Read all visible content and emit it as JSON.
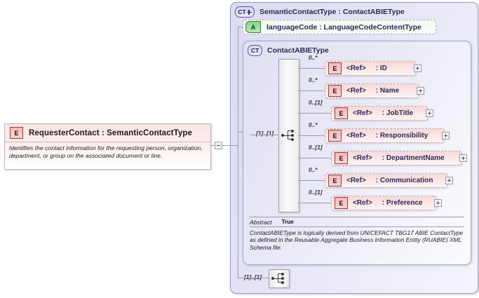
{
  "left_node": {
    "icon": "element-icon",
    "icon_label": "E",
    "title": "RequesterContact : SemanticContactType",
    "description": "Identifies the contact information for the requesting person, organization, department,\nor group on the associated document or line.",
    "collapse_toggle": "minus-box"
  },
  "outer_panel": {
    "badge": "CT",
    "badge_plus": "plus-icon",
    "title": "SemanticContactType : ContactABIEType"
  },
  "attribute": {
    "badge": "A",
    "label": "languageCode : LanguageCodeContentType"
  },
  "inner_panel": {
    "badge": "CT",
    "title": "ContactABIEType"
  },
  "compositor": {
    "type": "sequence-icon",
    "cardinality": "[1]..[1]"
  },
  "bottom_compositor": {
    "type": "sequence-icon",
    "cardinality": "[1]..[1]"
  },
  "elements": [
    {
      "cardinality": "0..*",
      "icon": "E",
      "ref": "<Ref>",
      "name": ": ID",
      "expand": "plus-box"
    },
    {
      "cardinality": "0..*",
      "icon": "E",
      "ref": "<Ref>",
      "name": ": Name",
      "expand": "plus-box"
    },
    {
      "cardinality": "0..[1]",
      "icon": "E",
      "ref": "<Ref>",
      "name": ": JobTitle",
      "expand": "plus-box"
    },
    {
      "cardinality": "0..*",
      "icon": "E",
      "ref": "<Ref>",
      "name": ": Responsibility",
      "expand": "plus-box"
    },
    {
      "cardinality": "0..[1]",
      "icon": "E",
      "ref": "<Ref>",
      "name": ": DepartmentName",
      "expand": "plus-box"
    },
    {
      "cardinality": "0..*",
      "icon": "E",
      "ref": "<Ref>",
      "name": ": Communication",
      "expand": "plus-box"
    },
    {
      "cardinality": "0..[1]",
      "icon": "E",
      "ref": "<Ref>",
      "name": ": Preference",
      "expand": "plus-box"
    }
  ],
  "abstract": {
    "key": "Abstract",
    "value": "True",
    "documentation": "ContactABIEType is logically derived from UN/CEFACT TBG17 ABIE ContactType as defined in\nthe Reusable Aggregate Business Information Entity (RUABIE) XML Schema file."
  },
  "colors": {
    "element_pink": "#f9d7d7",
    "panel_lavender": "#e2e2f4",
    "attribute_green": "#87d487",
    "badge_blue": "#23236b"
  }
}
